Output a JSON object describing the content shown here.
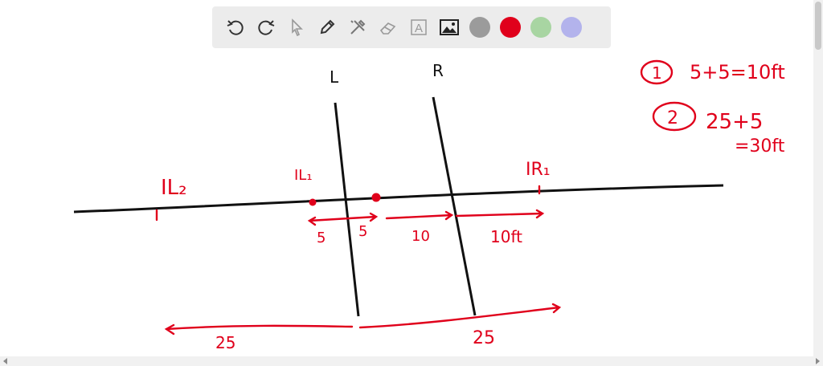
{
  "toolbar": {
    "tools": [
      "undo-icon",
      "redo-icon",
      "pointer-icon",
      "pen-icon",
      "tools-icon",
      "eraser-icon",
      "text-icon",
      "image-icon"
    ],
    "text_tool_label": "A",
    "colors": [
      "#9b9b9b",
      "#e0001b",
      "#a8d5a2",
      "#b3b3ec"
    ],
    "selected_color": "#e0001b"
  },
  "drawing": {
    "label_L": "L",
    "label_R": "R",
    "label_IL2": "IL₂",
    "label_IL1": "IL₁",
    "label_IR1": "IR₁",
    "dist_5a": "5",
    "dist_5b": "5",
    "dist_10": "10",
    "dist_10ft": "10ft",
    "dist_25_left": "25",
    "dist_25_right": "25",
    "note1_marker": "1",
    "note1_text": "5+5=10ft",
    "note2_marker": "2",
    "note2_line1": "25+5",
    "note2_line2": "=30ft"
  }
}
